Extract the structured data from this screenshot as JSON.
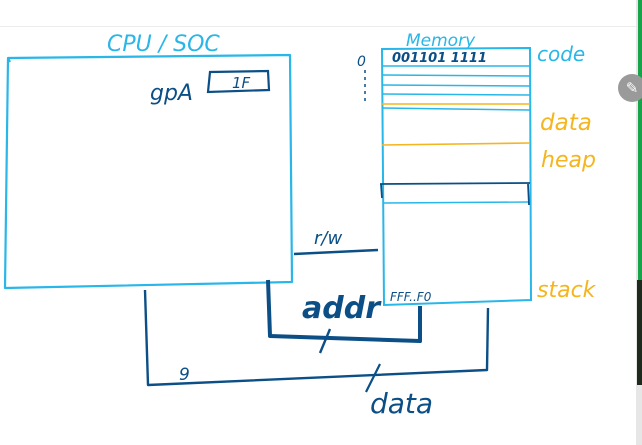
{
  "colors": {
    "cyan": "#29b6e8",
    "navy": "#0b4f86",
    "orange": "#f5b51e"
  },
  "diagram": {
    "cpu_label": "CPU / SOC",
    "register_name": "gpA",
    "register_value": "1F",
    "memory_label": "Memory",
    "addr_zero": "0",
    "first_word": "001101  1111",
    "last_addr": "FFF..F0",
    "regions": {
      "code": "code",
      "data": "data",
      "heap": "heap",
      "stack": "stack"
    },
    "bus": {
      "rw": "r/w",
      "addr": "addr",
      "data": "data",
      "width": "9"
    }
  },
  "toolbar": {
    "pen_icon": "pencil-icon"
  }
}
